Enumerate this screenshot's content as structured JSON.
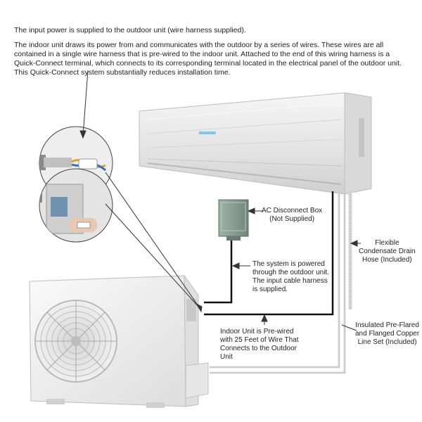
{
  "intro": {
    "line1": "The input power is supplied to the outdoor unit (wire harness supplied).",
    "line2": "The indoor unit draws its power from and communicates with the outdoor by a series of wires. These wires are all contained in a single wire harness that is pre-wired to the indoor unit.   Attached  to  the end of this wiring harness is a Quick-Connect terminal,  which connects to its corresponding terminal located in the electrical panel of the outdoor unit.  This Quick-Connect system substantially reduces installation time."
  },
  "labels": {
    "disconnect": [
      "AC Disconnect Box",
      "(Not Supplied)"
    ],
    "powered": [
      "The system is powered",
      "through the outdoor unit.",
      "The input cable harness",
      "is supplied."
    ],
    "drain": [
      "Flexible",
      "Condensate Drain",
      "Hose (Included)"
    ],
    "lineset": [
      "Insulated Pre-Flared",
      "and Flanged Copper",
      "Line Set (Included)"
    ],
    "prewired": [
      "Indoor Unit is Pre-wired",
      "with 25 Feet of Wire That",
      "Connects to the Outdoor",
      "Unit"
    ]
  },
  "colors": {
    "wire": "#111111",
    "pipe": "#d8d8d8",
    "indoor_unit": "#e9e9e9",
    "outdoor_unit": "#f2f2f2",
    "disconnect_box": "#8fa39a"
  }
}
